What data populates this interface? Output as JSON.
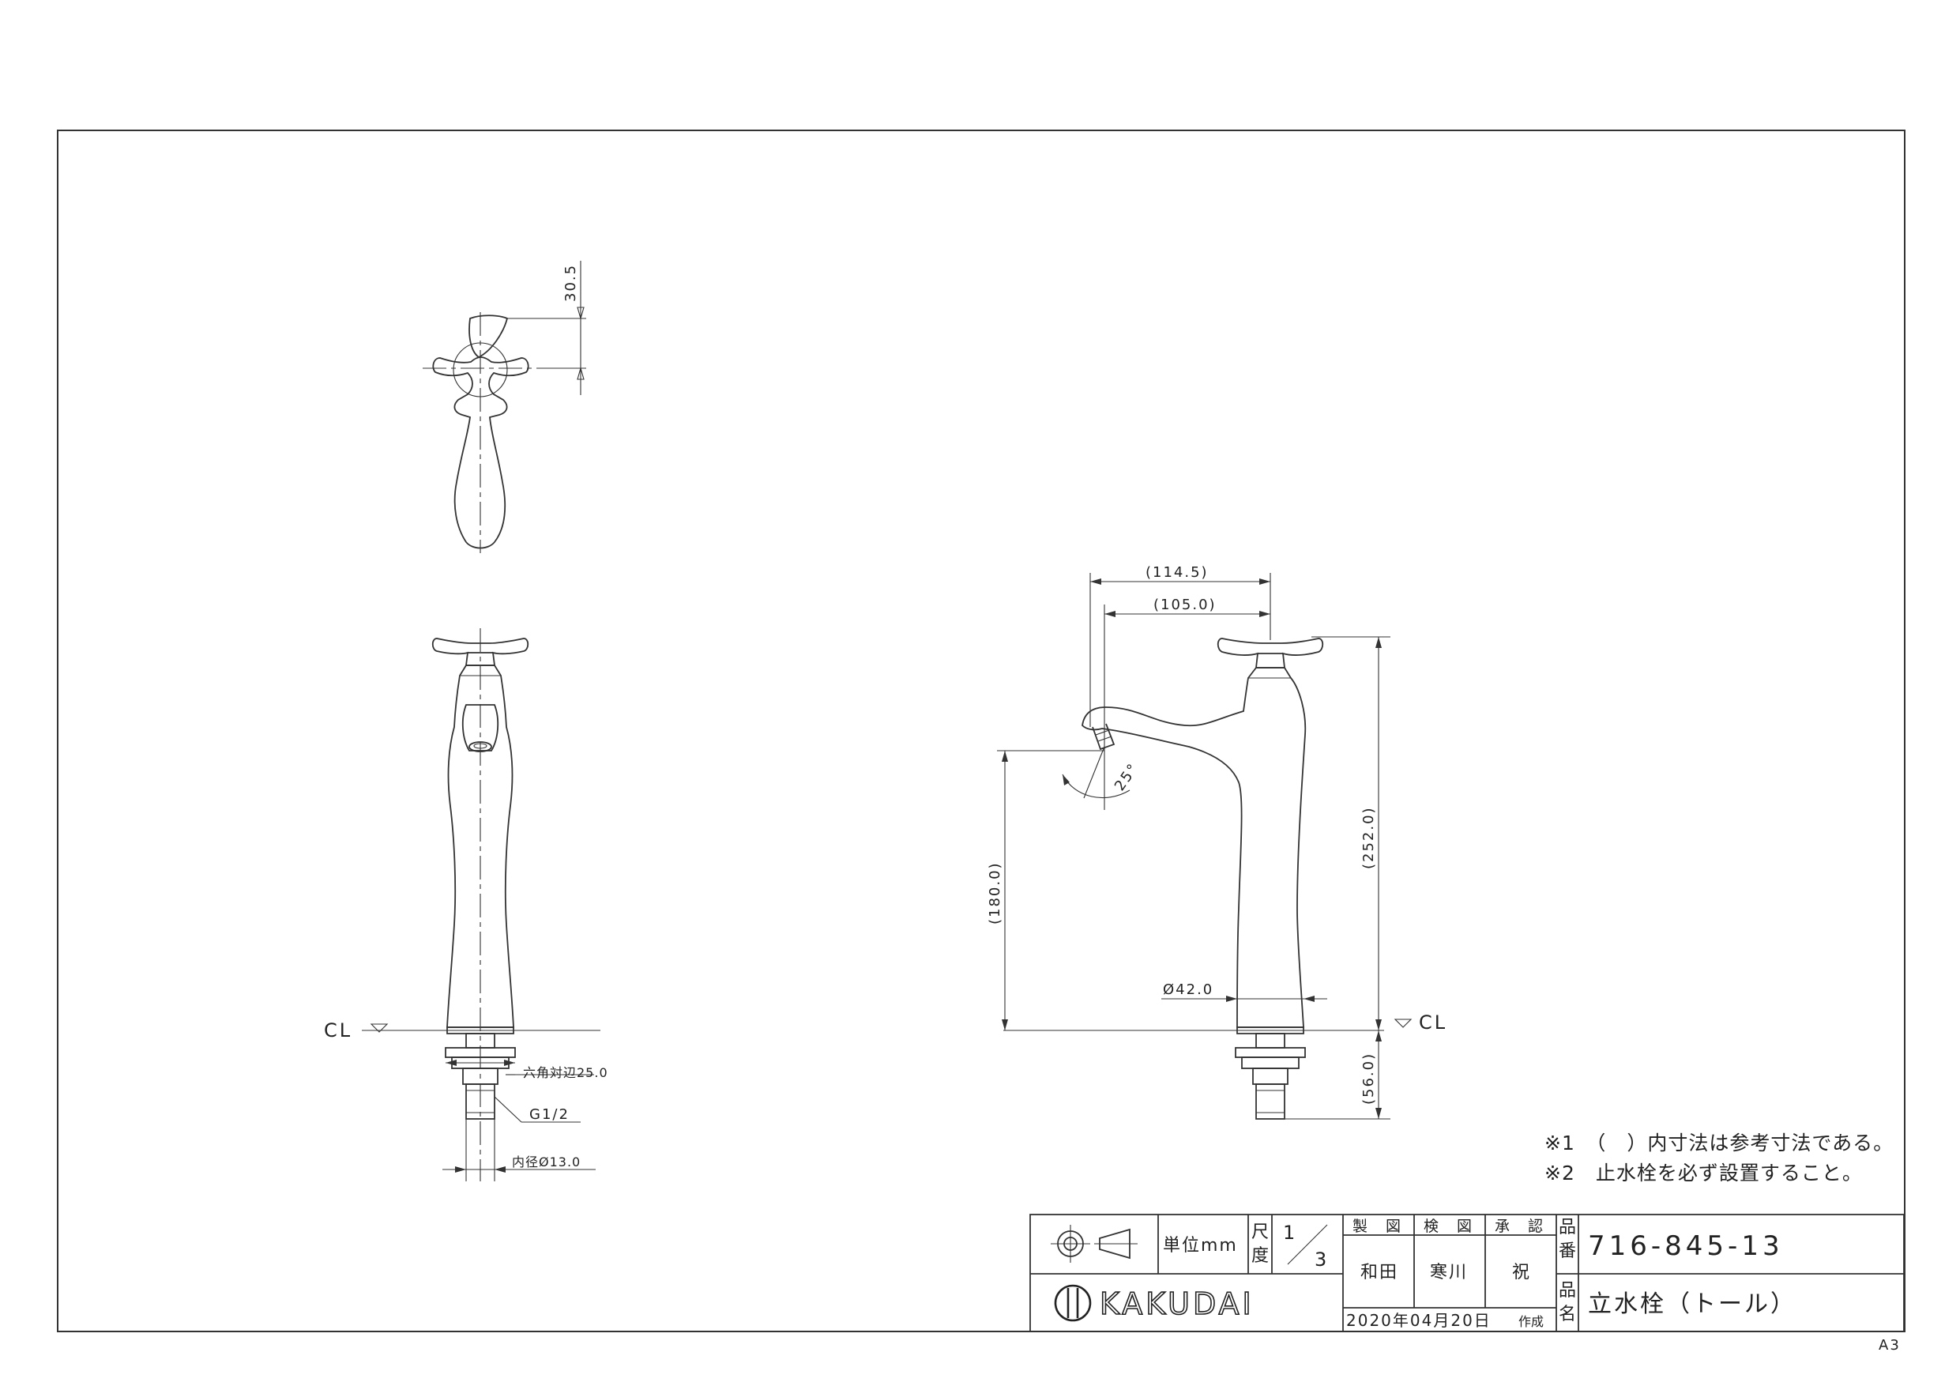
{
  "drawing": {
    "sheet_size": "A3",
    "left_view": {
      "dim_handle_height": "30.5",
      "cl_label": "CL",
      "dim_hex": "六角対辺25.0",
      "dim_thread": "G1/2",
      "dim_inner": "内径Ø13.0"
    },
    "right_view": {
      "dim_reach_outer": "(114.5)",
      "dim_reach_inner": "(105.0)",
      "dim_total_height": "(252.0)",
      "dim_spout_height": "(180.0)",
      "dim_angle": "25°",
      "dim_base_dia": "Ø42.0",
      "dim_shank": "(56.0)",
      "cl_label": "CL"
    },
    "notes": [
      "※1　（　）内寸法は参考寸法である。",
      "※2　止水栓を必ず設置すること。"
    ]
  },
  "title_block": {
    "unit_label": "単位mm",
    "scale_label_1": "尺",
    "scale_label_2": "度",
    "scale_num": "1",
    "scale_den": "3",
    "drawn_label": "製　図",
    "checked_label": "検　図",
    "approved_label": "承　認",
    "drawn_by": "和田",
    "checked_by": "寒川",
    "approved_by": "祝",
    "date": "2020年04月20日",
    "created_label": "作成",
    "part_no_label_1": "品",
    "part_no_label_2": "番",
    "part_no": "716-845-13",
    "name_label_1": "品",
    "name_label_2": "名",
    "product_name": "立水栓（トール）",
    "brand": "KAKUDAI"
  }
}
